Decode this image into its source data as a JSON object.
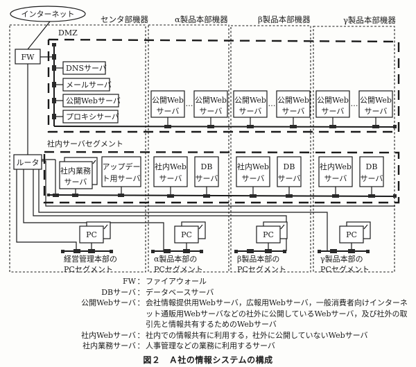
{
  "diagram": {
    "internet": "インターネット",
    "fw": "FW",
    "router": "ルータ",
    "dmz_label": "DMZ",
    "internal_segment_label": "社内サーバセグメント",
    "ellipsis": "…",
    "departments": [
      {
        "label": "センタ部機器"
      },
      {
        "label": "α製品本部機器"
      },
      {
        "label": "β製品本部機器"
      },
      {
        "label": "γ製品本部機器"
      }
    ],
    "center_dmz_servers": [
      "DNSサーバ",
      "メールサーバ",
      "公開Webサーバ",
      "プロキシサーバ"
    ],
    "public_web_server": [
      "公開Web",
      "サーバ"
    ],
    "center_internal_servers": {
      "business": [
        "社内業務",
        "サーバ"
      ],
      "update": [
        "アップデー",
        "ト用サーバ"
      ]
    },
    "intranet_web_server": [
      "社内Web",
      "サーバ"
    ],
    "db_server": [
      "DB",
      "サーバ"
    ],
    "pc": "PC",
    "pc_segments": [
      [
        "経営管理本部の",
        "PCセグメント"
      ],
      [
        "α製品本部の",
        "PCセグメント"
      ],
      [
        "β製品本部の",
        "PCセグメント"
      ],
      [
        "γ製品本部の",
        "PCセグメント"
      ]
    ]
  },
  "legend": [
    {
      "term": "FW",
      "lines": [
        "ファイアウォール"
      ]
    },
    {
      "term": "DBサーバ",
      "lines": [
        "データベースサーバ"
      ]
    },
    {
      "term": "公開Webサーバ",
      "lines": [
        "会社情報提供用Webサーバ，広報用Webサーバ，一般消費者向けインターネ",
        "ット通販用Webサーバなどの社外に公開しているWebサーバ，及び社外の取",
        "引先と情報共有するためのWebサーバ"
      ]
    },
    {
      "term": "社内Webサーバ",
      "lines": [
        "社内での情報共有に利用する，社外に公開していないWebサーバ"
      ]
    },
    {
      "term": "社内業務サーバ",
      "lines": [
        "人事管理などの業務に利用するサーバ"
      ]
    }
  ],
  "caption": "図２　Ａ社の情報システムの構成"
}
